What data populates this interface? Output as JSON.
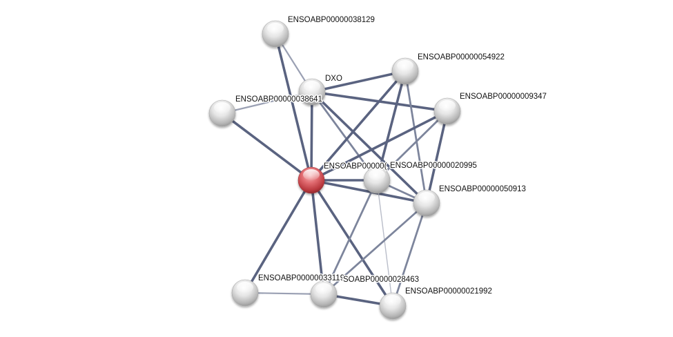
{
  "network": {
    "nodes": [
      {
        "id": "n38129",
        "label": "ENSOABP00000038129",
        "color": "gray"
      },
      {
        "id": "dxo",
        "label": "DXO",
        "color": "gray"
      },
      {
        "id": "n38641",
        "label": "ENSOABP00000038641",
        "color": "gray"
      },
      {
        "id": "n54922",
        "label": "ENSOABP00000054922",
        "color": "gray"
      },
      {
        "id": "n09347",
        "label": "ENSOABP00000009347",
        "color": "gray"
      },
      {
        "id": "query",
        "label": "ENSOABP00000(",
        "color": "red"
      },
      {
        "id": "n20995",
        "label": "ENSOABP00000020995",
        "color": "gray"
      },
      {
        "id": "n50913",
        "label": "ENSOABP00000050913",
        "color": "gray"
      },
      {
        "id": "n33119",
        "label": "ENSOABP00000033119",
        "color": "gray"
      },
      {
        "id": "n28463",
        "label": "SOABP00000028463",
        "color": "gray"
      },
      {
        "id": "n21992",
        "label": "ENSOABP00000021992",
        "color": "gray"
      }
    ],
    "edges": [
      {
        "source": "n38129",
        "target": "query",
        "weight": "strong"
      },
      {
        "source": "n38129",
        "target": "dxo",
        "weight": "weak"
      },
      {
        "source": "n38641",
        "target": "query",
        "weight": "strong"
      },
      {
        "source": "n38641",
        "target": "dxo",
        "weight": "weak"
      },
      {
        "source": "dxo",
        "target": "query",
        "weight": "strong"
      },
      {
        "source": "dxo",
        "target": "n54922",
        "weight": "strong"
      },
      {
        "source": "dxo",
        "target": "n09347",
        "weight": "strong"
      },
      {
        "source": "dxo",
        "target": "n20995",
        "weight": "medium"
      },
      {
        "source": "dxo",
        "target": "n50913",
        "weight": "strong"
      },
      {
        "source": "n54922",
        "target": "query",
        "weight": "strong"
      },
      {
        "source": "n54922",
        "target": "n20995",
        "weight": "strong"
      },
      {
        "source": "n54922",
        "target": "n50913",
        "weight": "medium"
      },
      {
        "source": "n09347",
        "target": "query",
        "weight": "strong"
      },
      {
        "source": "n09347",
        "target": "n20995",
        "weight": "medium"
      },
      {
        "source": "n09347",
        "target": "n50913",
        "weight": "strong"
      },
      {
        "source": "query",
        "target": "n20995",
        "weight": "strong"
      },
      {
        "source": "query",
        "target": "n50913",
        "weight": "strong"
      },
      {
        "source": "query",
        "target": "n33119",
        "weight": "strong"
      },
      {
        "source": "query",
        "target": "n28463",
        "weight": "strong"
      },
      {
        "source": "query",
        "target": "n21992",
        "weight": "strong"
      },
      {
        "source": "n20995",
        "target": "n50913",
        "weight": "medium"
      },
      {
        "source": "n20995",
        "target": "n28463",
        "weight": "medium"
      },
      {
        "source": "n20995",
        "target": "n21992",
        "weight": "faint"
      },
      {
        "source": "n50913",
        "target": "n28463",
        "weight": "medium"
      },
      {
        "source": "n50913",
        "target": "n21992",
        "weight": "medium"
      },
      {
        "source": "n33119",
        "target": "n28463",
        "weight": "weak"
      },
      {
        "source": "n28463",
        "target": "n21992",
        "weight": "strong"
      }
    ],
    "edge_colors": {
      "strong": "#5a6380",
      "medium": "#7d859c",
      "weak": "#9aa0b3",
      "faint": "#b9bdc9"
    },
    "node_colors": {
      "gray": "#d8d8d8",
      "red": "#d9575c"
    }
  }
}
